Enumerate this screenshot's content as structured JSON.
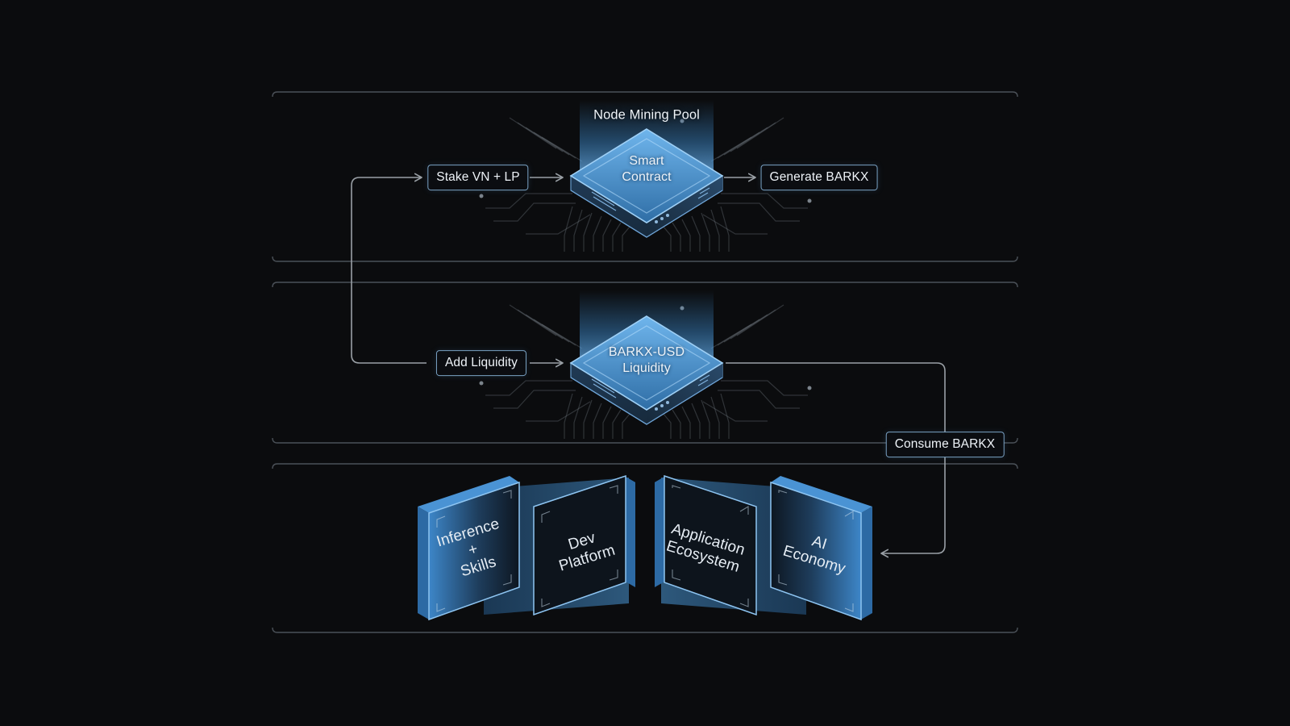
{
  "sections": {
    "mining": {
      "title": "Node Mining Pool",
      "hub": [
        "Smart",
        "Contract"
      ],
      "input_label": "Stake VN + LP",
      "output_label": "Generate BARKX"
    },
    "liquidity": {
      "hub": [
        "BARKX-USD",
        "Liquidity"
      ],
      "input_label": "Add Liquidity"
    },
    "consume_label": "Consume BARKX",
    "ecosystem": {
      "cards": [
        {
          "lines": [
            "Inference",
            "+",
            "Skills"
          ]
        },
        {
          "lines": [
            "Dev",
            "Platform"
          ]
        },
        {
          "lines": [
            "Application",
            "Ecosystem"
          ]
        },
        {
          "lines": [
            "AI",
            "Economy"
          ]
        }
      ]
    }
  },
  "colors": {
    "background": "#0b0c0e",
    "panel_border": "#4b5158",
    "connector": "#9aa0a6",
    "pill_border": "#7aa2c4",
    "accent_blue": "#5aa7e6",
    "accent_dark": "#1c4a74"
  }
}
